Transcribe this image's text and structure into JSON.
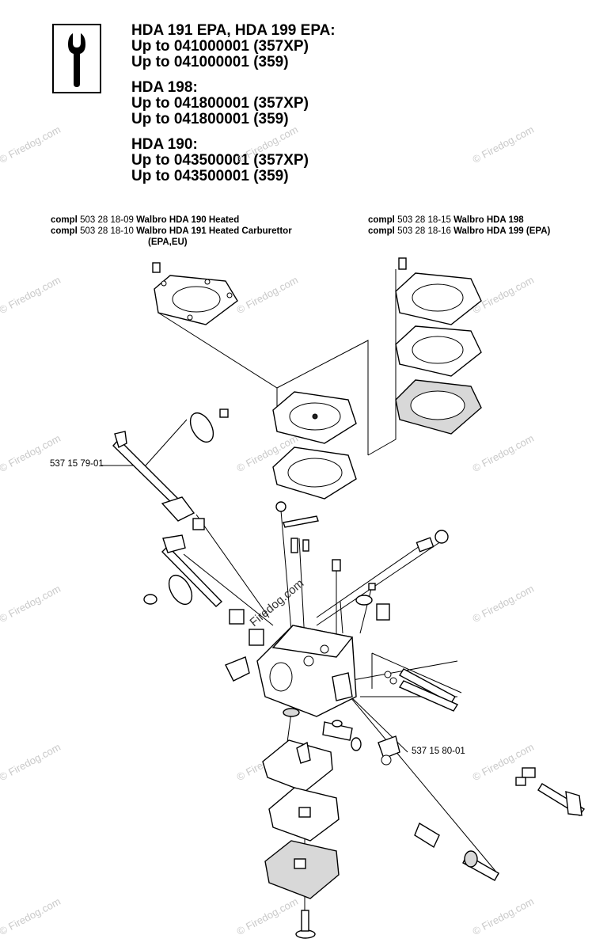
{
  "header": {
    "groups": [
      {
        "lines": [
          "HDA 191 EPA, HDA 199 EPA:",
          "Up to 041000001 (357XP)",
          "Up to 041000001 (359)"
        ]
      },
      {
        "lines": [
          "HDA 198:",
          "Up to 041800001 (357XP)",
          "Up to 041800001 (359)"
        ]
      },
      {
        "lines": [
          "HDA 190:",
          "Up to 043500001 (357XP)",
          "Up to 043500001 (359)"
        ]
      }
    ]
  },
  "kits": {
    "left": [
      {
        "prefix": "compl",
        "number": "503 28 18-09",
        "name": "Walbro HDA 190 Heated"
      },
      {
        "prefix": "compl",
        "number": "503 28 18-10",
        "name": "Walbro HDA 191 Heated Carburettor",
        "name2": "(EPA,EU)"
      }
    ],
    "right": [
      {
        "prefix": "compl",
        "number": "503 28 18-15",
        "name": "Walbro HDA 198"
      },
      {
        "prefix": "compl",
        "number": "503 28 18-16",
        "name": "Walbro HDA 199 (EPA)"
      }
    ]
  },
  "callouts": {
    "shaft_part": "537 15 79-01",
    "fitting_part": "537 15 80-01"
  },
  "watermark": "© Firedog.com",
  "watermark_center": "Firedog.com",
  "icons": {
    "tool": "wrench-icon"
  }
}
